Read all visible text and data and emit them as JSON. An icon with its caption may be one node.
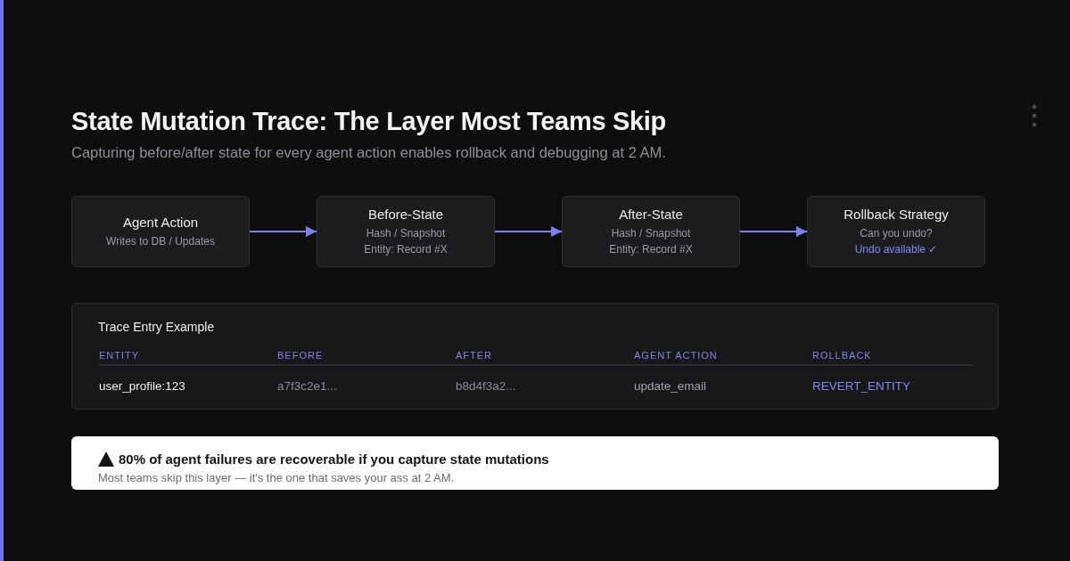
{
  "diagram": {
    "title": "State Mutation Trace: The Layer Most Teams Skip",
    "nodes": [
      {
        "text": [
          "Agent Action",
          "Writes to DB / Updates"
        ]
      },
      {
        "text": [
          "Before-State",
          "Hash / Snapshot",
          "Entity: Record #X"
        ]
      },
      {
        "text": [
          "After-State",
          "Hash / Snapshot",
          "Entity: Record #X"
        ]
      },
      {
        "text": [
          "Rollback Strategy",
          "Can you undo?",
          "Undo available ✓"
        ]
      },
      {
        "text": [
          "Trace Entry Example"
        ]
      },
      {
        "text": [
          "80% of agent failures are recoverable if you capture state mutations",
          "Most teams skip this layer — it's the one that saves your ass at 2 AM."
        ]
      }
    ],
    "edges": [
      {
        "from": 0,
        "to": 1,
        "arrow": "to"
      },
      {
        "from": 1,
        "to": 2,
        "arrow": "to"
      },
      {
        "from": 2,
        "to": 3,
        "arrow": "to"
      }
    ],
    "labels": [
      "Capturing before/after state for every agent action enables rollback and debugging at 2 AM.",
      "ENTITY",
      "BEFORE",
      "AFTER",
      "AGENT ACTION",
      "ROLLBACK",
      "user_profile:123",
      "a7f3c2e1...",
      "b8d4f3a2...",
      "update_email",
      "REVERT_ENTITY"
    ]
  }
}
